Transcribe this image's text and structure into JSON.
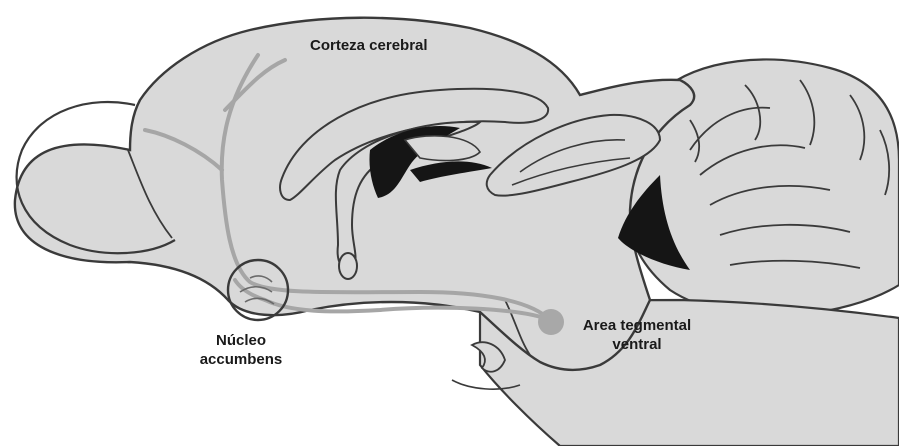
{
  "colors": {
    "brain_fill": "#d9d9d9",
    "outline": "#3a3a3a",
    "ventricle": "#151515",
    "pathway": "#a6a6a6",
    "vta_dot": "#a8a8a8",
    "text": "#1a1a1a"
  },
  "labels": {
    "cortex": "Corteza cerebral",
    "nucleus_line1": "Núcleo",
    "nucleus_line2": "accumbens",
    "vta_line1": "Area tegmental",
    "vta_line2": "ventral"
  }
}
